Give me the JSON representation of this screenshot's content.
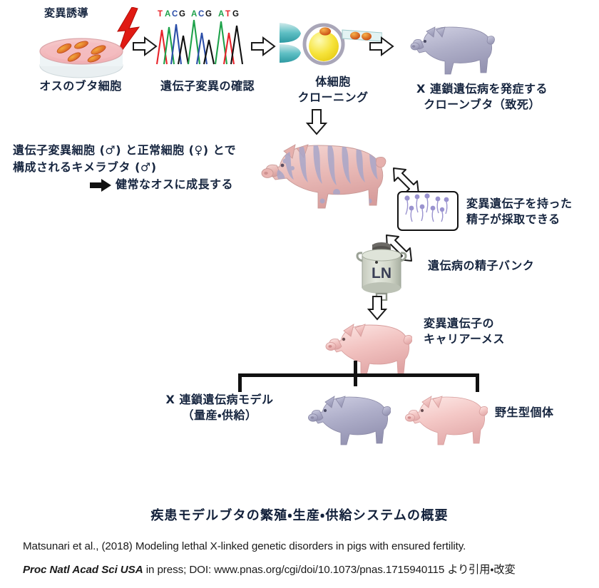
{
  "diagram": {
    "title": "疾患モデルブタの繁殖・生産・供給システムの概要",
    "steps": {
      "mutagenesis_label": "変異誘導",
      "cells_label": "オスのブタ細胞",
      "sequence_check_label": "遺伝子変異の確認",
      "chromatogram_text": "T ACG ACG ATG",
      "cloning_label": "体細胞\nクローニング",
      "clone_pig_label": "X 連鎖遺伝病を発症する\nクローンブタ（致死）",
      "chimera_label_line1": "遺伝子変異細胞 (♂) と正常細胞 (♀) とで",
      "chimera_label_line2": "構成されるキメラブタ (♂)",
      "chimera_result": "健常なオスに成長する",
      "sperm_label": "変異遺伝子を持った\n精子が採取できる",
      "tank_text": "LN",
      "sperm_bank_label": "遺伝病の精子バンク",
      "carrier_female_label": "変異遺伝子の\nキャリアーメス",
      "model_label": "X 連鎖遺伝病モデル\n（量産・供給）",
      "wildtype_label": "野生型個体"
    },
    "chromatogram_bases": [
      {
        "letter": "T",
        "color": "#e8232a"
      },
      {
        "letter": "A",
        "color": "#1ea24a"
      },
      {
        "letter": "C",
        "color": "#2b4ea8"
      },
      {
        "letter": "G",
        "color": "#111111"
      },
      {
        "letter": "A",
        "color": "#1ea24a"
      },
      {
        "letter": "C",
        "color": "#2b4ea8"
      },
      {
        "letter": "G",
        "color": "#111111"
      },
      {
        "letter": "A",
        "color": "#1ea24a"
      },
      {
        "letter": "T",
        "color": "#e8232a"
      },
      {
        "letter": "G",
        "color": "#111111"
      }
    ],
    "caption": {
      "line1": "Matsunari et al., (2018) Modeling lethal X-linked genetic disorders in pigs with ensured fertility.",
      "line2_journal": "Proc Natl Acad Sci USA",
      "line2_rest": " in press; DOI: www.pnas.org/cgi/doi/10.1073/pnas.1715940115 より引用・改変"
    },
    "colors": {
      "text": "#16253f",
      "caption_text": "#1a1a1a",
      "bolt_red": "#e01a13",
      "clone_pig": "#a9a9c4",
      "carrier_pig": "#f3c2c2",
      "arrow_outline": "#1a1a1a",
      "tank_body": "#d4d8cd",
      "sperm_violet": "#9a93cf"
    }
  }
}
